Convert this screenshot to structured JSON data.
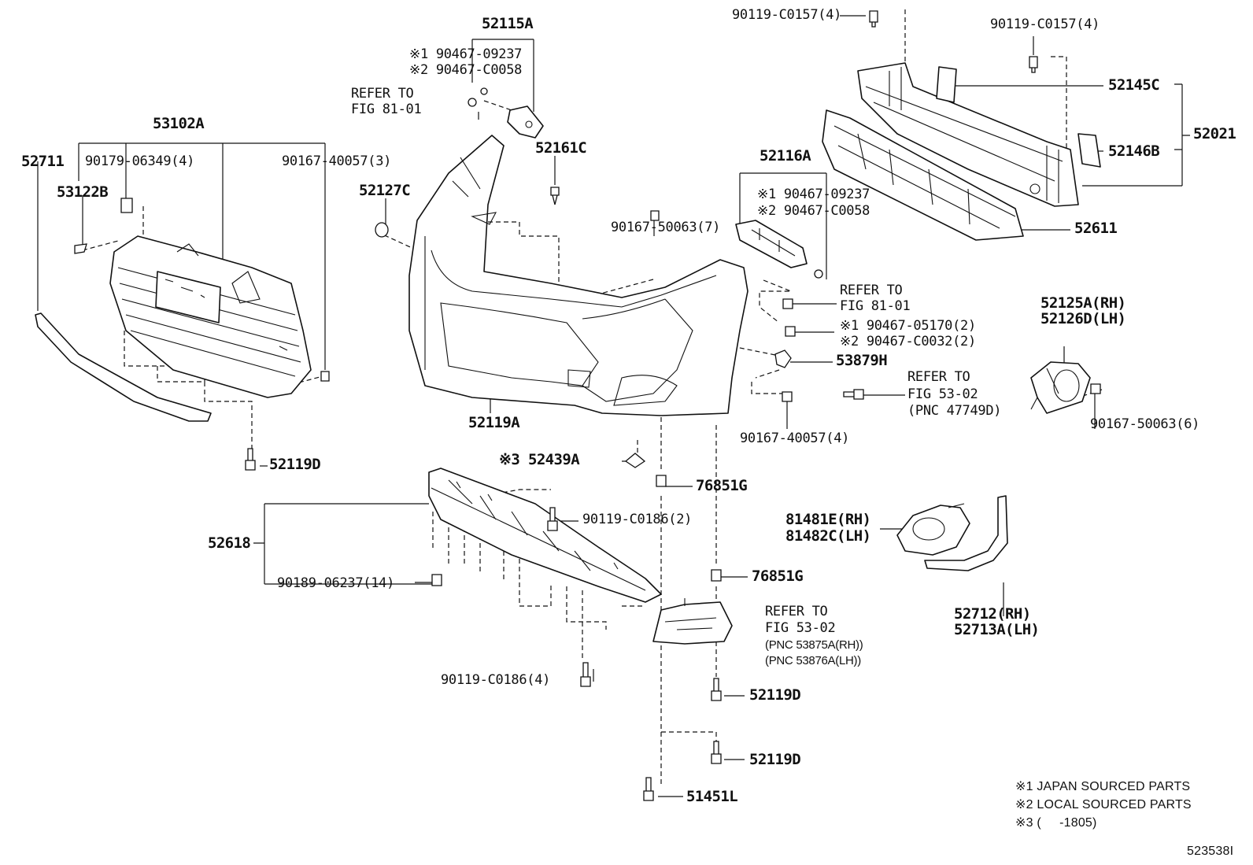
{
  "labels": {
    "p53102A": "53102A",
    "p52711": "52711",
    "p90179": "90179-06349(4)",
    "p53122B": "53122B",
    "p90167_40057_3": "90167-40057(3)",
    "p52119D_a": "52119D",
    "p52115A": "52115A",
    "p90467_09237_a": "※1 90467-09237",
    "p90467_C0058_a": "※2 90467-C0058",
    "ref81_a1": "REFER TO",
    "ref81_a2": "FIG 81-01",
    "p52161C": "52161C",
    "p52127C": "52127C",
    "p52119A": "52119A",
    "p90167_50063_7": "90167-50063(7)",
    "p52116A": "52116A",
    "p90467_09237_b": "※1 90467-09237",
    "p90467_C0058_b": "※2 90467-C0058",
    "ref81_b1": "REFER TO",
    "ref81_b2": "FIG 81-01",
    "p90467_05170": "※1 90467-05170(2)",
    "p90467_C0032": "※2 90467-C0032(2)",
    "p53879H": "53879H",
    "ref53_a1": "REFER TO",
    "ref53_a2": "FIG 53-02",
    "ref53_a3": "(PNC 47749D)",
    "p90167_40057_4": "90167-40057(4)",
    "p90119_C0157_a": "90119-C0157(4)",
    "p90119_C0157_b": "90119-C0157(4)",
    "p52145C": "52145C",
    "p52021": "52021",
    "p52146B": "52146B",
    "p52611": "52611",
    "p52125A": "52125A(RH)",
    "p52126D": "52126D(LH)",
    "p90167_50063_6": "90167-50063(6)",
    "p52439A": "※3 52439A",
    "p76851G_a": "76851G",
    "p76851G_b": "76851G",
    "p52618": "52618",
    "p90119_C0186_2": "90119-C0186(2)",
    "p90189": "90189-06237(14)",
    "p90119_C0186_4": "90119-C0186(4)",
    "ref53_b1": "REFER TO",
    "ref53_b2": "FIG 53-02",
    "ref53_b3": "(PNC 53875A(RH))",
    "ref53_b4": "(PNC 53876A(LH))",
    "p52119D_b": "52119D",
    "p52119D_c": "52119D",
    "p51451L": "51451L",
    "p81481E": "81481E(RH)",
    "p81482C": "81482C(LH)",
    "p52712": "52712(RH)",
    "p52713A": "52713A(LH)"
  },
  "notes": {
    "n1": "※1 JAPAN SOURCED PARTS",
    "n2": "※2 LOCAL SOURCED PARTS",
    "n3": "※3 (     -1805)"
  },
  "figure_id": "523538I"
}
